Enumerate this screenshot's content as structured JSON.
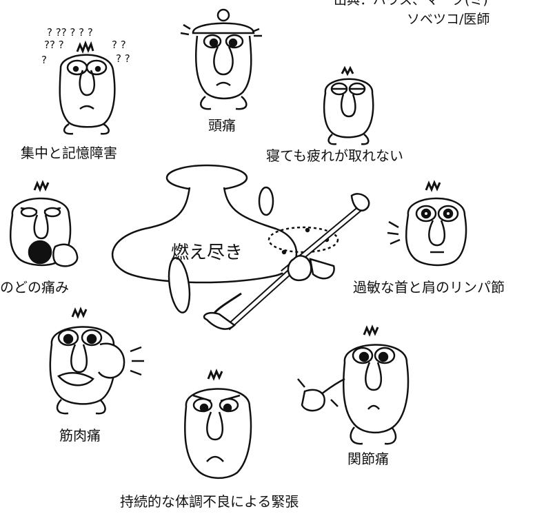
{
  "credit": {
    "source": "出典：バウス、マーク(ミ)",
    "author": "ソベツコ/医師"
  },
  "center_label": "燃え尽き",
  "symptoms": {
    "concentration": "集中と記憶障害",
    "headache": "頭痛",
    "fatigue": "寝ても疲れが取れない",
    "sore_throat": "のどの痛み",
    "lymph_nodes": "過敏な首と肩のリンパ節",
    "muscle_pain": "筋肉痛",
    "joint_pain": "関節痛",
    "tension": "持続的な体調不良による緊張"
  }
}
